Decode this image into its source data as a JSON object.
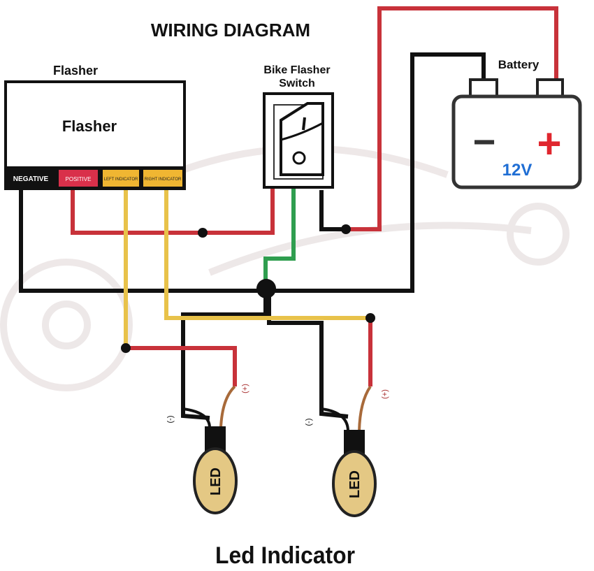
{
  "title": "WIRING DIAGRAM",
  "flasher": {
    "caption": "Flasher",
    "box_label": "Flasher",
    "terminals": {
      "negative": "NEGATIVE",
      "positive": "POSITIVE",
      "left": "LEFT INDICATOR",
      "right": "RIGHT INDICATOR"
    }
  },
  "switch": {
    "label_line1": "Bike Flasher",
    "label_line2": "Switch"
  },
  "battery": {
    "label": "Battery",
    "voltage": "12V",
    "minus": "−",
    "plus": "+"
  },
  "leds": [
    {
      "label": "LED",
      "neg": "(-)",
      "pos": "(+)"
    },
    {
      "label": "LED",
      "neg": "(-)",
      "pos": "(+)"
    }
  ],
  "footer": "Led Indicator",
  "colors": {
    "red_wire": "#c8323a",
    "black_wire": "#111111",
    "yellow_wire": "#e8c24a",
    "green_wire": "#2f9e4f",
    "positive_terminal": "#d9304a",
    "indicator_terminal": "#f0b632",
    "led_body": "#e4c884",
    "voltage_text": "#1f6ed4",
    "plus_sign": "#e0262e"
  }
}
